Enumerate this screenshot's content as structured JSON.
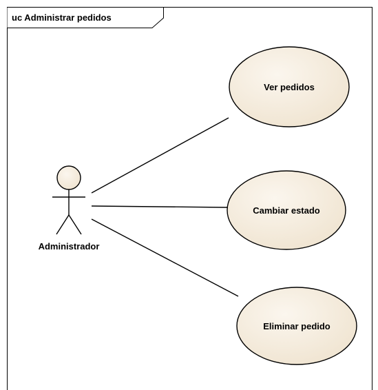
{
  "frame": {
    "title": "uc Administrar pedidos"
  },
  "actor": {
    "name": "Administrador"
  },
  "use_cases": [
    {
      "label": "Ver pedidos"
    },
    {
      "label": "Cambiar estado"
    },
    {
      "label": "Eliminar pedido"
    }
  ],
  "colors": {
    "use_case_fill": "#f2e8d8",
    "actor_head_fill": "#f2e8d8",
    "line": "#000000",
    "background": "#ffffff"
  }
}
